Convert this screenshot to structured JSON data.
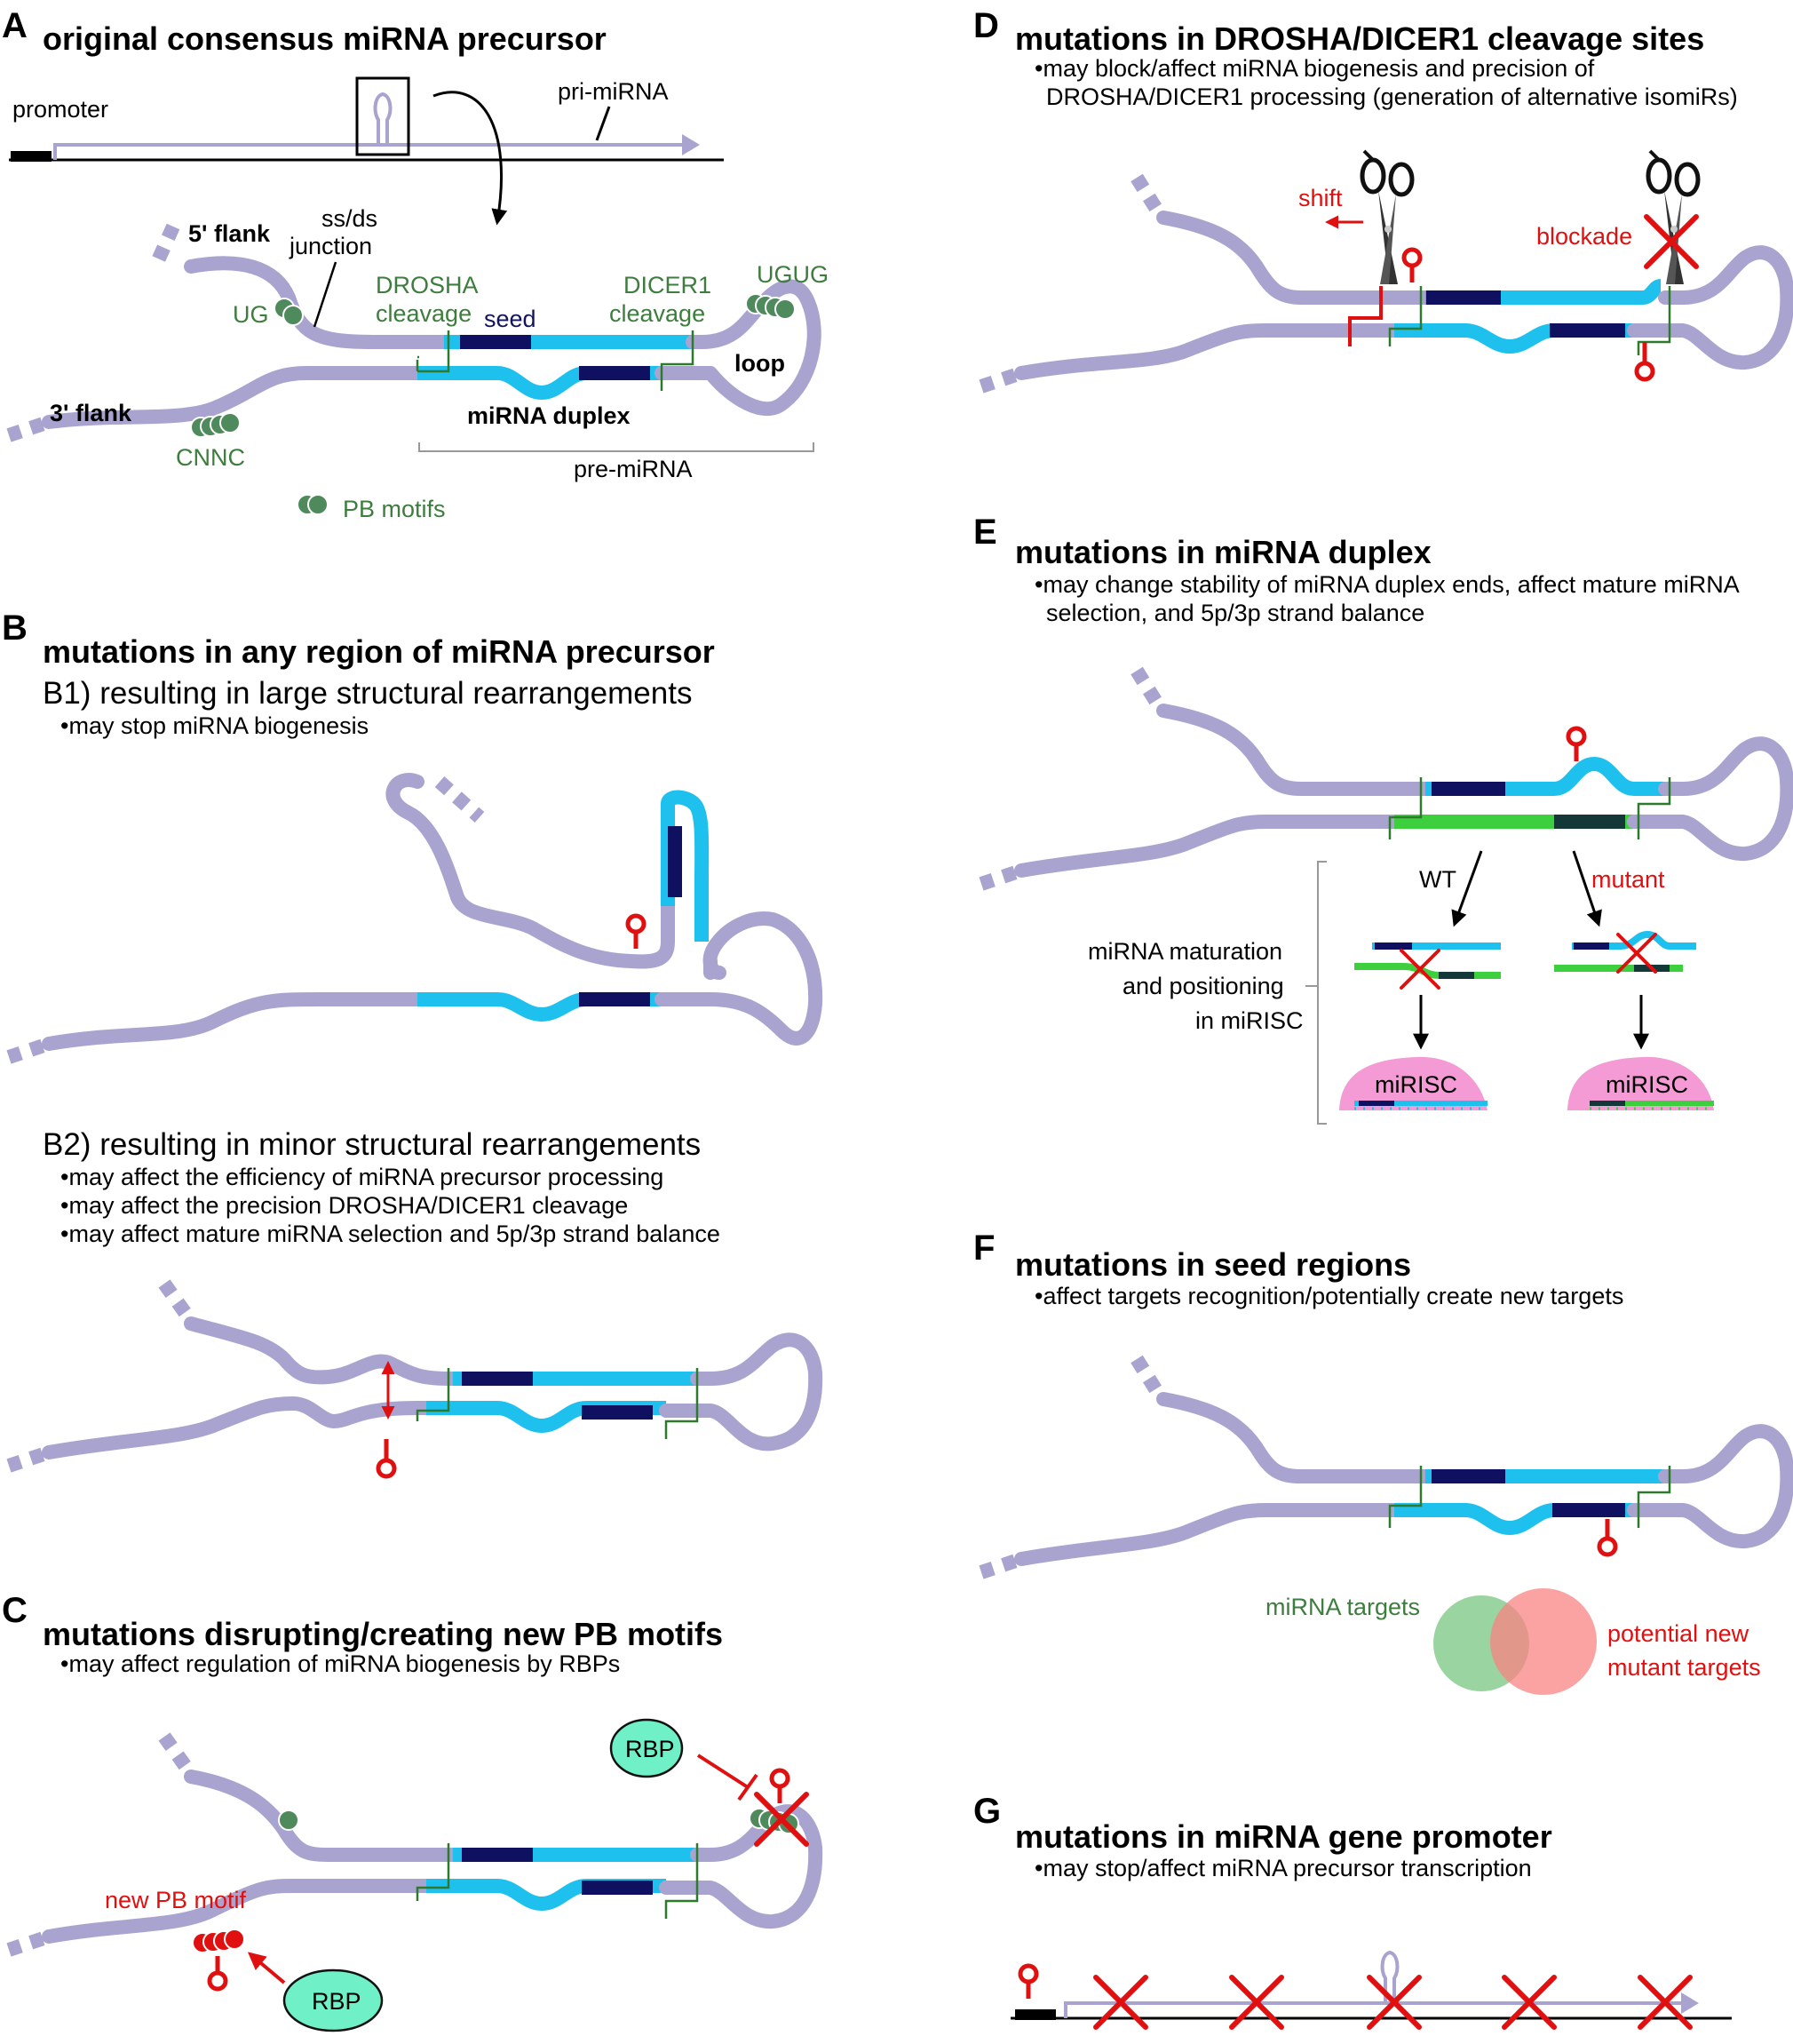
{
  "panels": {
    "A": {
      "letter": "A",
      "title": "original consensus miRNA precursor",
      "promoter": "promoter",
      "pri_mirna": "pri-miRNA",
      "five_flank": "5' flank",
      "three_flank": "3' flank",
      "ssds_1": "ss/ds",
      "ssds_2": "junction",
      "ug": "UG",
      "ugug": "UGUG",
      "cnnc": "CNNC",
      "drosha_1": "DROSHA",
      "drosha_2": "cleavage",
      "dicer_1": "DICER1",
      "dicer_2": "cleavage",
      "seed": "seed",
      "loop": "loop",
      "duplex": "miRNA duplex",
      "pre_mirna": "pre-miRNA",
      "pb_motifs": "PB motifs"
    },
    "B": {
      "letter": "B",
      "title": "mutations in any region of miRNA precursor",
      "b1_title": "B1) resulting in large structural rearrangements",
      "b1_bullet": "•may stop miRNA biogenesis",
      "b2_title": "B2) resulting in minor structural rearrangements",
      "b2_bullets": [
        "•may affect the efficiency of miRNA precursor processing",
        "•may affect the precision DROSHA/DICER1 cleavage",
        "•may affect mature miRNA selection and 5p/3p strand balance"
      ]
    },
    "C": {
      "letter": "C",
      "title": "mutations disrupting/creating new PB motifs",
      "bullet": "•may affect regulation of miRNA biogenesis by RBPs",
      "rbp": "RBP",
      "new_pb": "new PB motif"
    },
    "D": {
      "letter": "D",
      "title": "mutations in DROSHA/DICER1 cleavage sites",
      "bullet_1": "•may block/affect miRNA biogenesis and precision of",
      "bullet_2": "DROSHA/DICER1 processing (generation of alternative isomiRs)",
      "shift": "shift",
      "blockade": "blockade"
    },
    "E": {
      "letter": "E",
      "title": "mutations in miRNA duplex",
      "bullet_1": "•may change stability of miRNA duplex ends, affect mature miRNA",
      "bullet_2": "selection, and 5p/3p strand balance",
      "wt": "WT",
      "mutant": "mutant",
      "maturation_1": "miRNA maturation",
      "maturation_2": "and positioning",
      "maturation_3": "in miRISC",
      "mirisc": "miRISC"
    },
    "F": {
      "letter": "F",
      "title": "mutations in seed regions",
      "bullet": "•affect targets recognition/potentially create new targets",
      "targets": "miRNA targets",
      "new_targets_1": "potential new",
      "new_targets_2": "mutant targets"
    },
    "G": {
      "letter": "G",
      "title": "mutations in miRNA gene promoter",
      "bullet": "•may stop/affect miRNA precursor transcription"
    }
  },
  "colors": {
    "precursor": "#a9a4cf",
    "mirna_strand": "#1ec0ee",
    "seed": "#101060",
    "pb_motif": "#4f8a5c",
    "mutation": "#e01010",
    "alt_strand": "#3ecf3e",
    "rbp": "#6ff0c6",
    "mirisc": "#f49ad4"
  },
  "icons": [
    "hairpin-icon",
    "scissors-icon",
    "mutation-pin-icon",
    "cross-icon",
    "arrow-icon"
  ]
}
